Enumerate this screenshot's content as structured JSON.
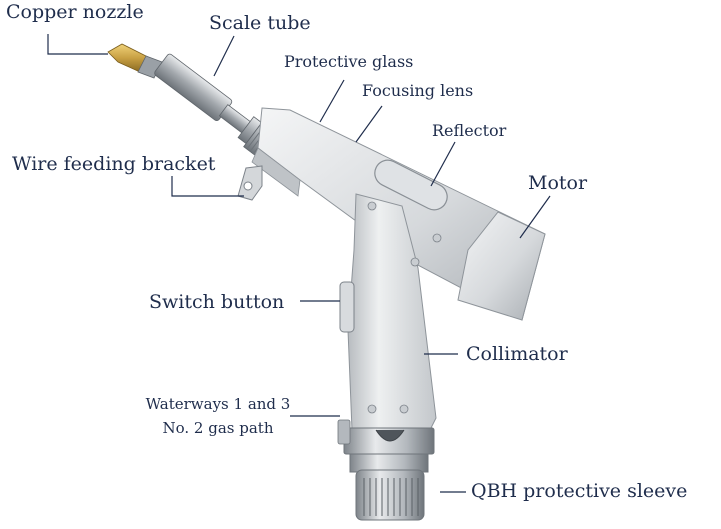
{
  "labels": {
    "copper_nozzle": "Copper nozzle",
    "scale_tube": "Scale tube",
    "protective_glass": "Protective glass",
    "focusing_lens": "Focusing lens",
    "reflector": "Reflector",
    "motor": "Motor",
    "wire_feeding_bracket": "Wire feeding bracket",
    "switch_button": "Switch button",
    "collimator": "Collimator",
    "waterways": "Waterways 1 and 3",
    "gas_path": "No. 2 gas path",
    "qbh_sleeve": "QBH protective sleeve"
  },
  "colors": {
    "label_text": "#1f2d4c",
    "leader_line": "#1f2d4c",
    "body_light": "#eceef0",
    "body_mid": "#c9cdd1",
    "body_dark": "#8e949a",
    "nozzle_copper": "#c8a043"
  }
}
